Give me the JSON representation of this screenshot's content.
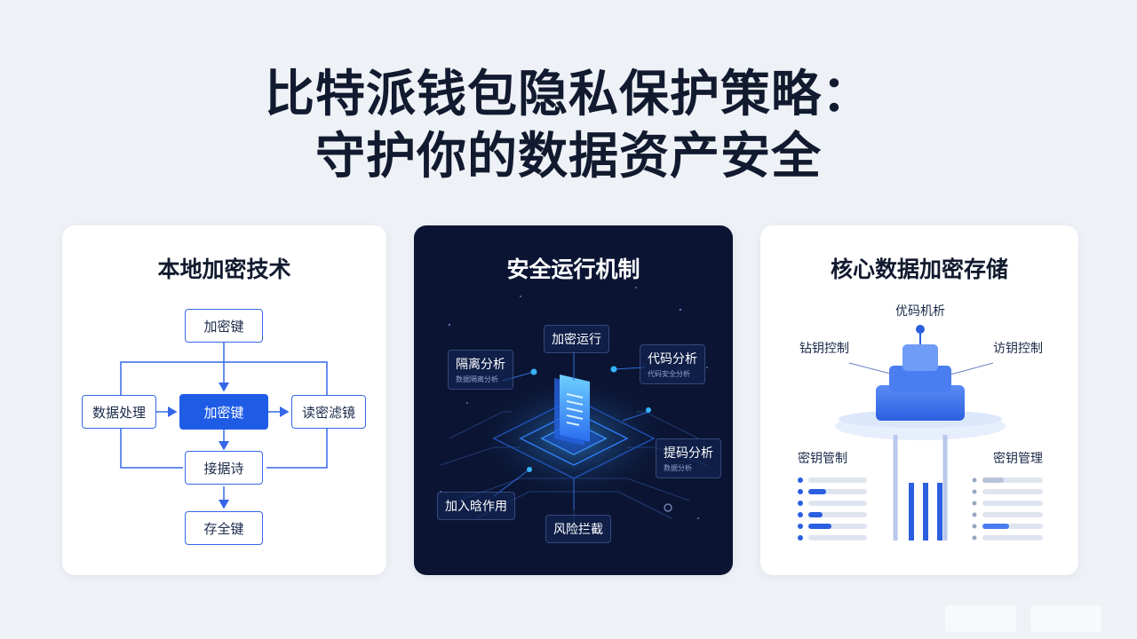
{
  "title": {
    "line1": "比特派钱包隐私保护策略：",
    "line2": "守护你的数据资产安全"
  },
  "panels": [
    {
      "title": "本地加密技术",
      "nodes": {
        "top": "加密键",
        "left": "数据处理",
        "center": "加密键",
        "right": "读密滤镜",
        "lower": "接据诗",
        "bottom": "存全键"
      }
    },
    {
      "title": "安全运行机制",
      "labels": {
        "top": "加密运行",
        "left_top": "隔离分析",
        "left_top_sub": "数据隔离分析",
        "right_top": "代码分析",
        "right_top_sub": "代码安全分析",
        "right_mid": "提码分析",
        "right_mid_sub": "数据分析",
        "left_bottom": "加入晗作用",
        "bottom": "风险拦截"
      }
    },
    {
      "title": "核心数据加密存储",
      "labels": {
        "top": "优码机析",
        "left_top": "钻钥控制",
        "right_top": "访钥控制",
        "left_bottom": "密钥管制",
        "right_bottom": "密钥管理"
      }
    }
  ],
  "colors": {
    "accent": "#1f5ce6",
    "dark_panel": "#0b1533",
    "title": "#111a2e"
  }
}
